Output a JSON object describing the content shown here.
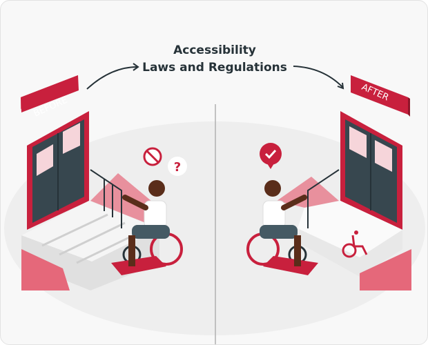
{
  "title": {
    "line1": "Accessibility",
    "line2": "Laws and Regulations"
  },
  "scenes": {
    "before": {
      "sign": "BEFORE",
      "status_icon": "ban-icon",
      "bubble_icon": "question-icon",
      "bubble_text": "?"
    },
    "after": {
      "sign": "AFTER",
      "status_icon": "check-icon",
      "ramp_icon": "wheelchair-icon"
    }
  },
  "colors": {
    "accent": "#c8203d",
    "dark": "#37474f",
    "background": "#f8f8f8",
    "floor": "#ececec"
  }
}
